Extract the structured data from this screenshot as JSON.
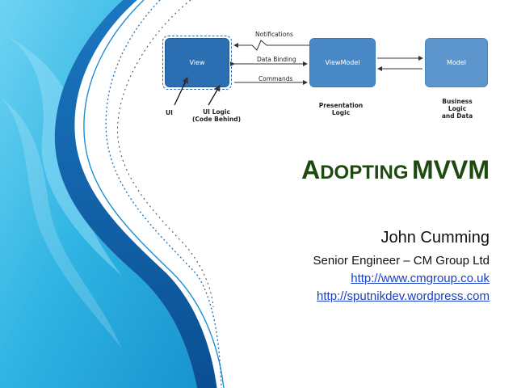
{
  "slide": {
    "title_first_cap": "A",
    "title_first_rest": "DOPTING",
    "title_second": "MVVM",
    "presenter": "John Cumming",
    "role": "Senior Engineer – CM Group Ltd",
    "links": [
      "http://www.cmgroup.co.uk",
      "http://sputnikdev.wordpress.com"
    ]
  },
  "diagram": {
    "boxes": {
      "view": "View",
      "viewmodel": "ViewModel",
      "model": "Model"
    },
    "arrows": {
      "notifications": "Notifications",
      "data_binding": "Data Binding",
      "commands": "Commands"
    },
    "labels": {
      "ui": "UI",
      "ui_logic": [
        "UI Logic",
        "(Code Behind)"
      ],
      "presentation_logic": [
        "Presentation",
        "Logic"
      ],
      "business_logic": [
        "Business",
        "Logic",
        "and Data"
      ]
    }
  },
  "colors": {
    "title": "#1e4a10",
    "link": "#1a40c8",
    "view_box": "#2b6fb2",
    "viewmodel_box": "#4a89c8",
    "model_box": "#5d95cd",
    "swoosh_light": "#3bbbe6",
    "swoosh_dark": "#0b5fa8"
  }
}
